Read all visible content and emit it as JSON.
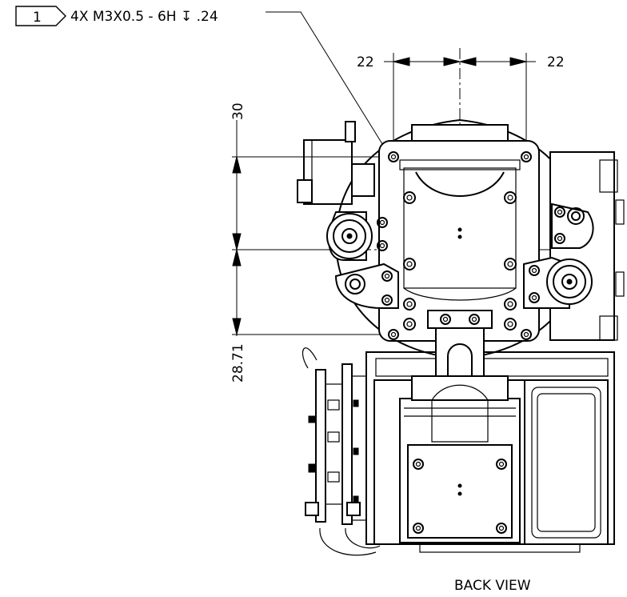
{
  "callout": {
    "number": "1",
    "text": "4X M3X0.5 - 6H ↧ .24"
  },
  "dimensions": {
    "left_22": "22",
    "right_22": "22",
    "vertical_30": "30",
    "vertical_28_71": "28.71"
  },
  "view_label": "BACK VIEW"
}
